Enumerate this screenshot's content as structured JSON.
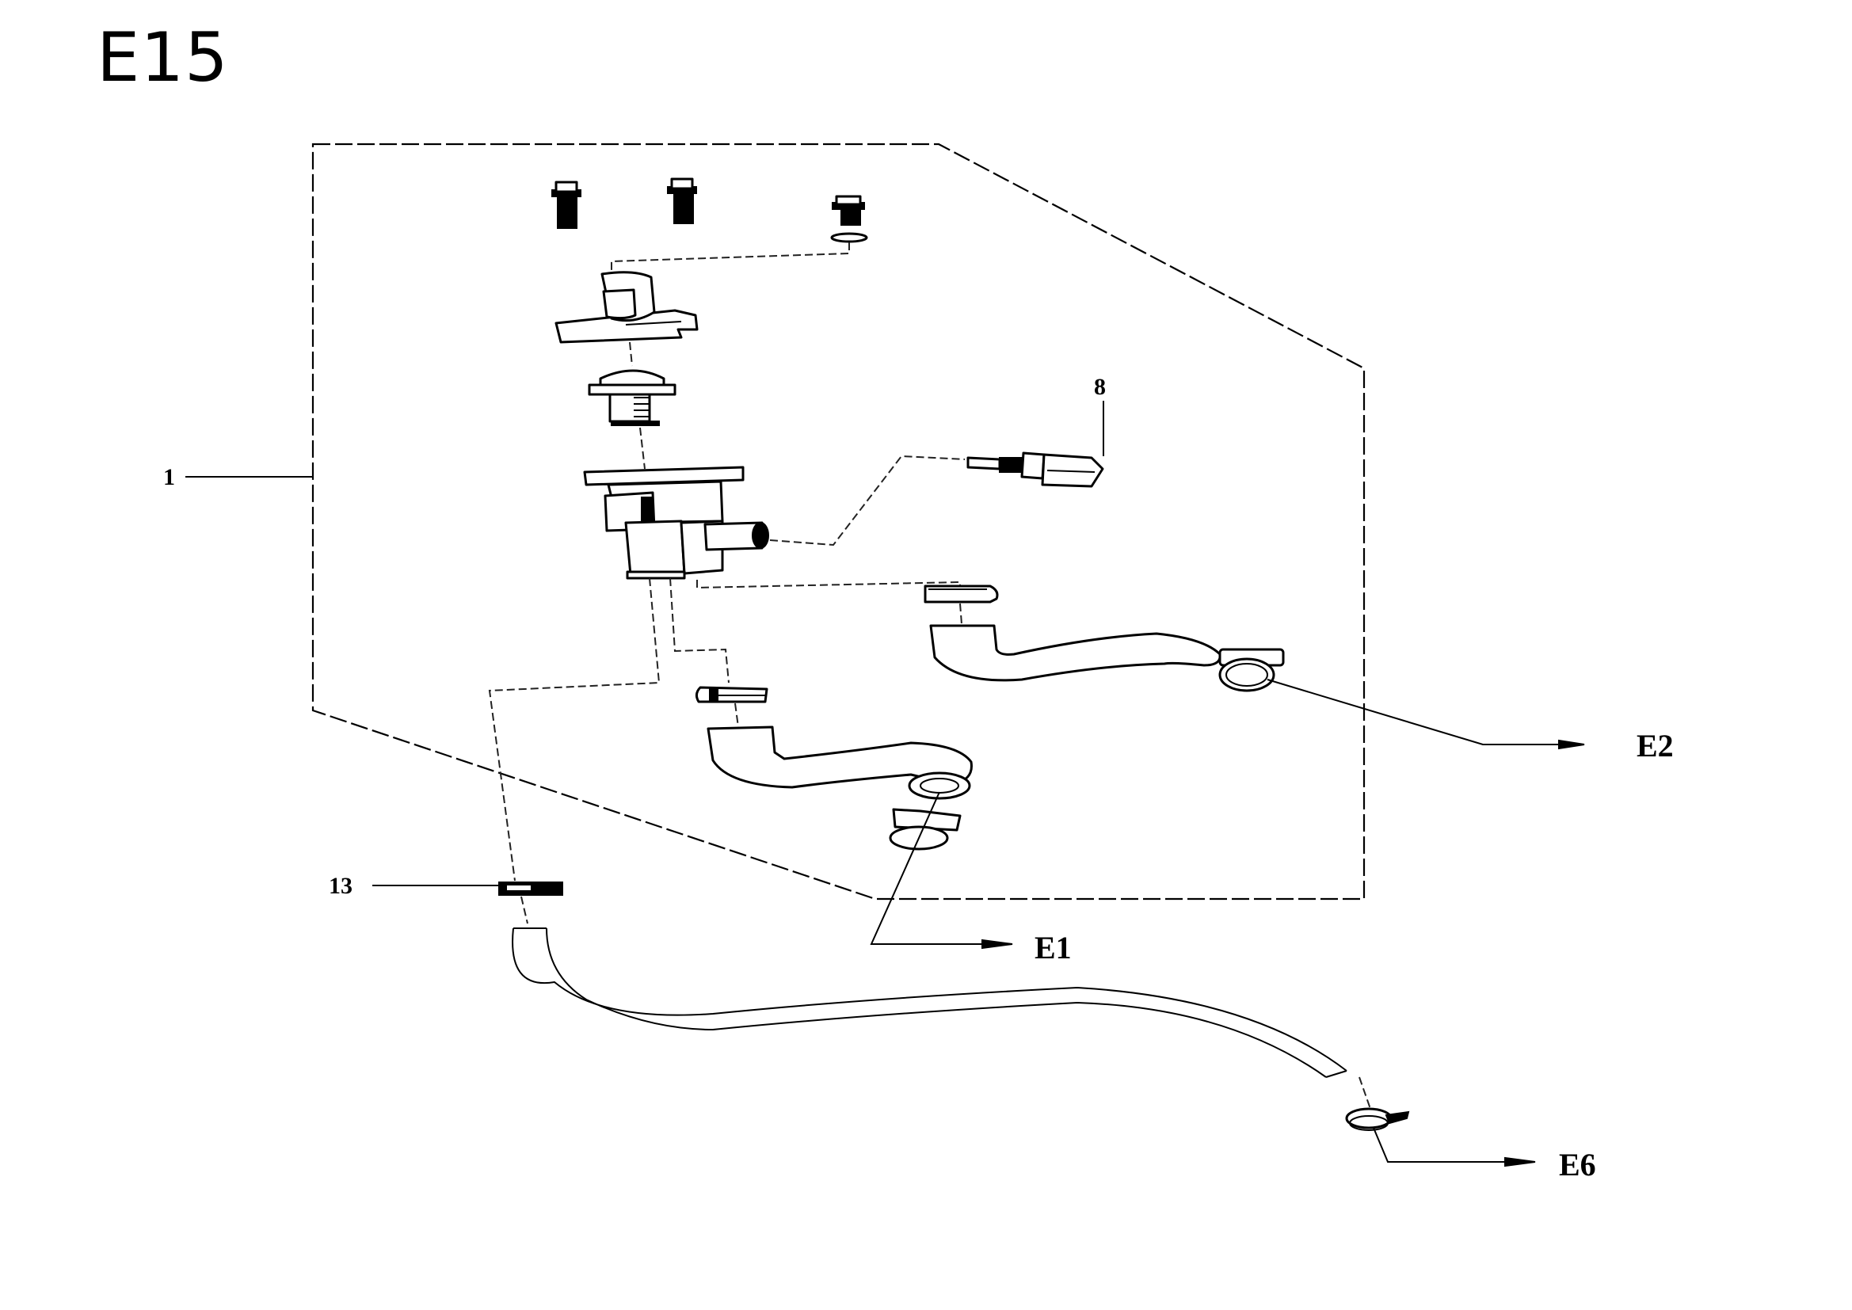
{
  "page": {
    "title": "E15"
  },
  "diagram": {
    "type": "exploded parts diagram",
    "subject": "thermostat housing and coolant hoses",
    "callouts": [
      {
        "id": "1",
        "label": "1",
        "refers_to": "thermostat housing assembly (dashed frame)"
      },
      {
        "id": "8",
        "label": "8",
        "refers_to": "temperature sensor"
      },
      {
        "id": "13",
        "label": "13",
        "refers_to": "hose clip"
      }
    ],
    "references": [
      {
        "id": "E2",
        "label": "E2"
      },
      {
        "id": "E1",
        "label": "E1"
      },
      {
        "id": "E6",
        "label": "E6"
      }
    ],
    "parts": [
      "bolt",
      "bolt",
      "bolt",
      "washer",
      "thermostat cover",
      "thermostat",
      "thermostat housing",
      "temperature sensor",
      "hose clamp",
      "upper hose",
      "spring clamp",
      "hose clamp",
      "lower hose",
      "spring clamp",
      "hose clip",
      "long bypass hose",
      "spring clamp"
    ]
  }
}
